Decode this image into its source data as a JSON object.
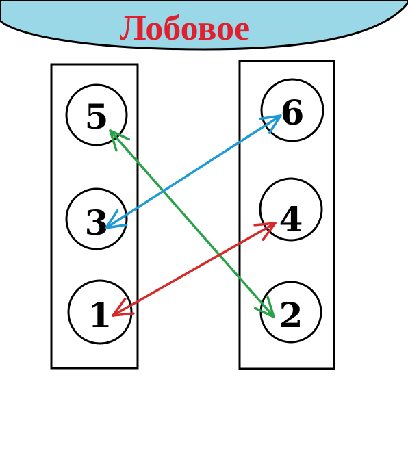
{
  "header": {
    "title": "Лобовое",
    "title_color": "#e0202e",
    "fill_color": "#9ad8e8"
  },
  "left_bank": {
    "cylinders": [
      "5",
      "3",
      "1"
    ]
  },
  "right_bank": {
    "cylinders": [
      "6",
      "4",
      "2"
    ]
  },
  "arrows": [
    {
      "from": "5",
      "to": "2",
      "color": "#2aa24a",
      "name": "green"
    },
    {
      "from": "3",
      "to": "6",
      "color": "#1f9ad6",
      "name": "blue"
    },
    {
      "from": "1",
      "to": "4",
      "color": "#d62a2a",
      "name": "red"
    }
  ]
}
